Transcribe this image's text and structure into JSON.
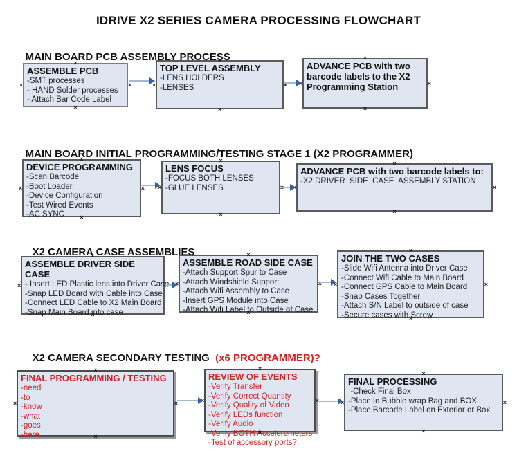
{
  "page_title": "IDRIVE X2  SERIES CAMERA PROCESSING FLOWCHART",
  "glyphs": {
    "connection_point": "×"
  },
  "colors": {
    "box_fill": "#e0e5f2",
    "box_border": "#5a5a5a",
    "arrow_line": "#a3b8d6",
    "arrow_head": "#3a5fa0",
    "red_text": "#cc2626",
    "heading_red": "#d42020"
  },
  "sections": [
    {
      "heading": "MAIN BOARD PCB ASSEMBLY PROCESS",
      "heading_suffix": "",
      "boxes": [
        {
          "title": "ASSEMBLE PCB",
          "items": [
            "-SMT processes",
            "- HAND Solder processes",
            "- Attach Bar Code Label"
          ]
        },
        {
          "title": "TOP LEVEL ASSEMBLY",
          "items": [
            "-LENS HOLDERS",
            "-LENSES"
          ]
        },
        {
          "title": "ADVANCE PCB with two barcode labels to the X2 Programming Station",
          "items": []
        }
      ]
    },
    {
      "heading": "MAIN BOARD INITIAL PROGRAMMING/TESTING STAGE 1 (X2 PROGRAMMER)",
      "heading_suffix": "",
      "boxes": [
        {
          "title": "DEVICE PROGRAMMING",
          "items": [
            "-Scan Barcode",
            "-Boot Loader",
            "-Device Configuration",
            "-Test Wired Events",
            "-AC SYNC"
          ]
        },
        {
          "title": "LENS FOCUS",
          "items": [
            "-FOCUS BOTH LENSES",
            "-GLUE LENSES"
          ]
        },
        {
          "title": "ADVANCE PCB with two barcode labels to:",
          "items": [
            "-X2 DRIVER  SIDE  CASE  ASSEMBLY STATION"
          ]
        }
      ]
    },
    {
      "heading": "X2 CAMERA CASE ASSEMBLIES",
      "heading_suffix": "",
      "boxes": [
        {
          "title": "ASSEMBLE DRIVER SIDE CASE",
          "items": [
            "- Insert LED Plastic lens into Driver Case",
            "-Snap LED Board with Cable into Case",
            "-Connect LED Cable to X2 Main Board",
            "-Snap Main Board into case"
          ]
        },
        {
          "title": "ASSEMBLE ROAD SIDE CASE",
          "items": [
            "-Attach Support Spur to Case",
            "-Attach Windshield Support",
            "-Attach Wifi Assembly to Case",
            "-Insert GPS Module into Case",
            "-Attach Wifi Label to Outside of Case"
          ]
        },
        {
          "title": "JOIN THE TWO CASES",
          "items": [
            "-Slide Wifi Antenna into Driver Case",
            "-Connect Wifi Cable to Main Board",
            "-Connect GPS Cable to Main Board",
            "-Snap Cases Together",
            "-Attach S/N Label to outside of case",
            "-Secure cases with Screw"
          ]
        }
      ]
    },
    {
      "heading": "X2 CAMERA SECONDARY TESTING  ",
      "heading_suffix": "(x6 PROGRAMMER)?",
      "boxes": [
        {
          "title": "FINAL PROGRAMMING / TESTING",
          "items": [
            "-need",
            "-to",
            "-know",
            "-what",
            "-goes",
            "-here"
          ]
        },
        {
          "title": "REVIEW OF EVENTS",
          "items": [
            "-Verify Transfer",
            "-Verify Correct Quantity",
            "-Verify Quality of Video",
            "-Verify LEDs function",
            "-Verify Audio",
            "-Verify BOTH Accelerometers",
            "-Test of accessory ports?"
          ]
        },
        {
          "title": "FINAL PROCESSING",
          "items": [
            " -Check Final Box",
            "-Place In Bubble wrap Bag and BOX",
            "-Place Barcode Label on Exterior or Box"
          ]
        }
      ]
    }
  ]
}
